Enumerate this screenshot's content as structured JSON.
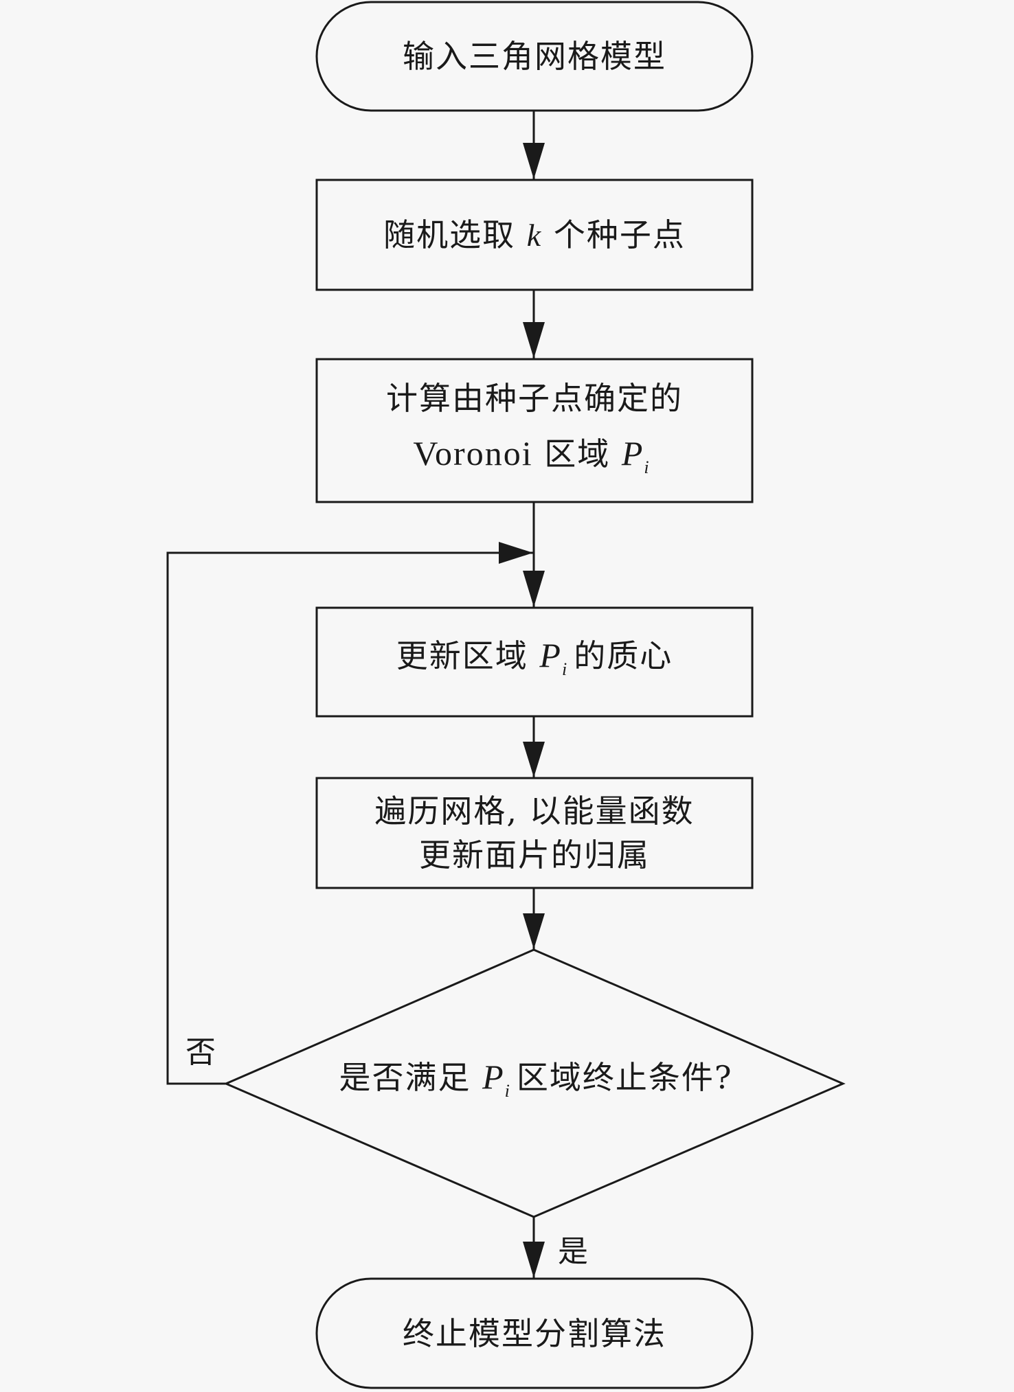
{
  "diagram": {
    "type": "flowchart",
    "nodes": [
      {
        "id": "start",
        "shape": "terminal",
        "text": "输入三角网格模型"
      },
      {
        "id": "select-seeds",
        "shape": "process",
        "text_before": "随机选取 ",
        "var": "k",
        "text_after": " 个种子点"
      },
      {
        "id": "compute-voronoi",
        "shape": "process",
        "line1": "计算由种子点确定的",
        "line2_latin": "Voronoi",
        "line2_text": " 区域 ",
        "var": "P",
        "sub": "i"
      },
      {
        "id": "update-centroid",
        "shape": "process",
        "text_before": "更新区域 ",
        "var": "P",
        "sub": "i",
        "text_after": "的质心"
      },
      {
        "id": "traverse-mesh",
        "shape": "process",
        "line1": "遍历网格, 以能量函数",
        "line2": "更新面片的归属"
      },
      {
        "id": "check-condition",
        "shape": "decision",
        "text_before": "是否满足 ",
        "var": "P",
        "sub": "i",
        "text_after": "区域终止条件?"
      },
      {
        "id": "end",
        "shape": "terminal",
        "text": "终止模型分割算法"
      }
    ],
    "edges": [
      {
        "from": "start",
        "to": "select-seeds",
        "label": ""
      },
      {
        "from": "select-seeds",
        "to": "compute-voronoi",
        "label": ""
      },
      {
        "from": "compute-voronoi",
        "to": "update-centroid",
        "label": ""
      },
      {
        "from": "update-centroid",
        "to": "traverse-mesh",
        "label": ""
      },
      {
        "from": "traverse-mesh",
        "to": "check-condition",
        "label": ""
      },
      {
        "from": "check-condition",
        "to": "update-centroid",
        "label": "否"
      },
      {
        "from": "check-condition",
        "to": "end",
        "label": "是"
      }
    ],
    "labels": {
      "no": "否",
      "yes": "是"
    },
    "colors": {
      "stroke": "#1a1a1a",
      "background": "#f7f7f7"
    }
  }
}
